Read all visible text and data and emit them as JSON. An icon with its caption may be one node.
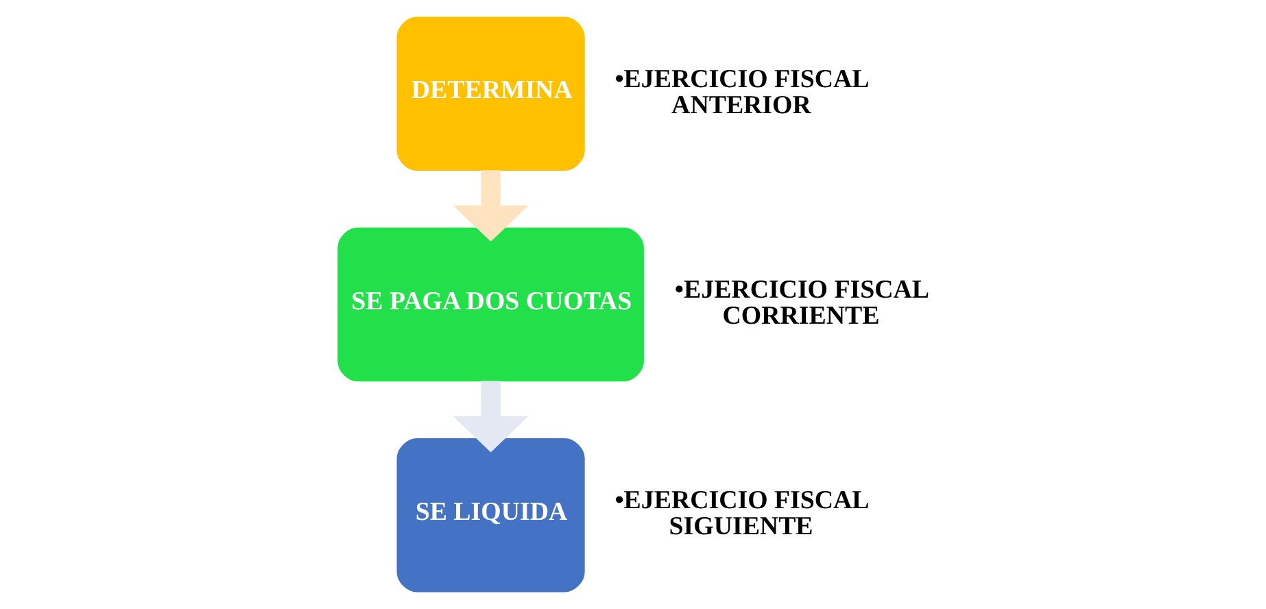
{
  "diagram": {
    "nodes": [
      {
        "text": [
          "DETERMINA"
        ],
        "beside": [
          "•EJERCICIO FISCAL ANTERIOR"
        ]
      },
      {
        "text": [
          "SE PAGA DOS CUOTAS"
        ],
        "beside": [
          "•EJERCICIO FISCAL CORRIENTE"
        ]
      },
      {
        "text": [
          "SE LIQUIDA"
        ],
        "beside": [
          "•EJERCICIO FISCAL SIGUIENTE"
        ]
      }
    ],
    "edges": [
      {
        "from": 0,
        "to": 1,
        "arrow": "to",
        "color": "#fde3c0"
      },
      {
        "from": 1,
        "to": 2,
        "arrow": "to",
        "color": "#e4e8f2"
      }
    ]
  }
}
